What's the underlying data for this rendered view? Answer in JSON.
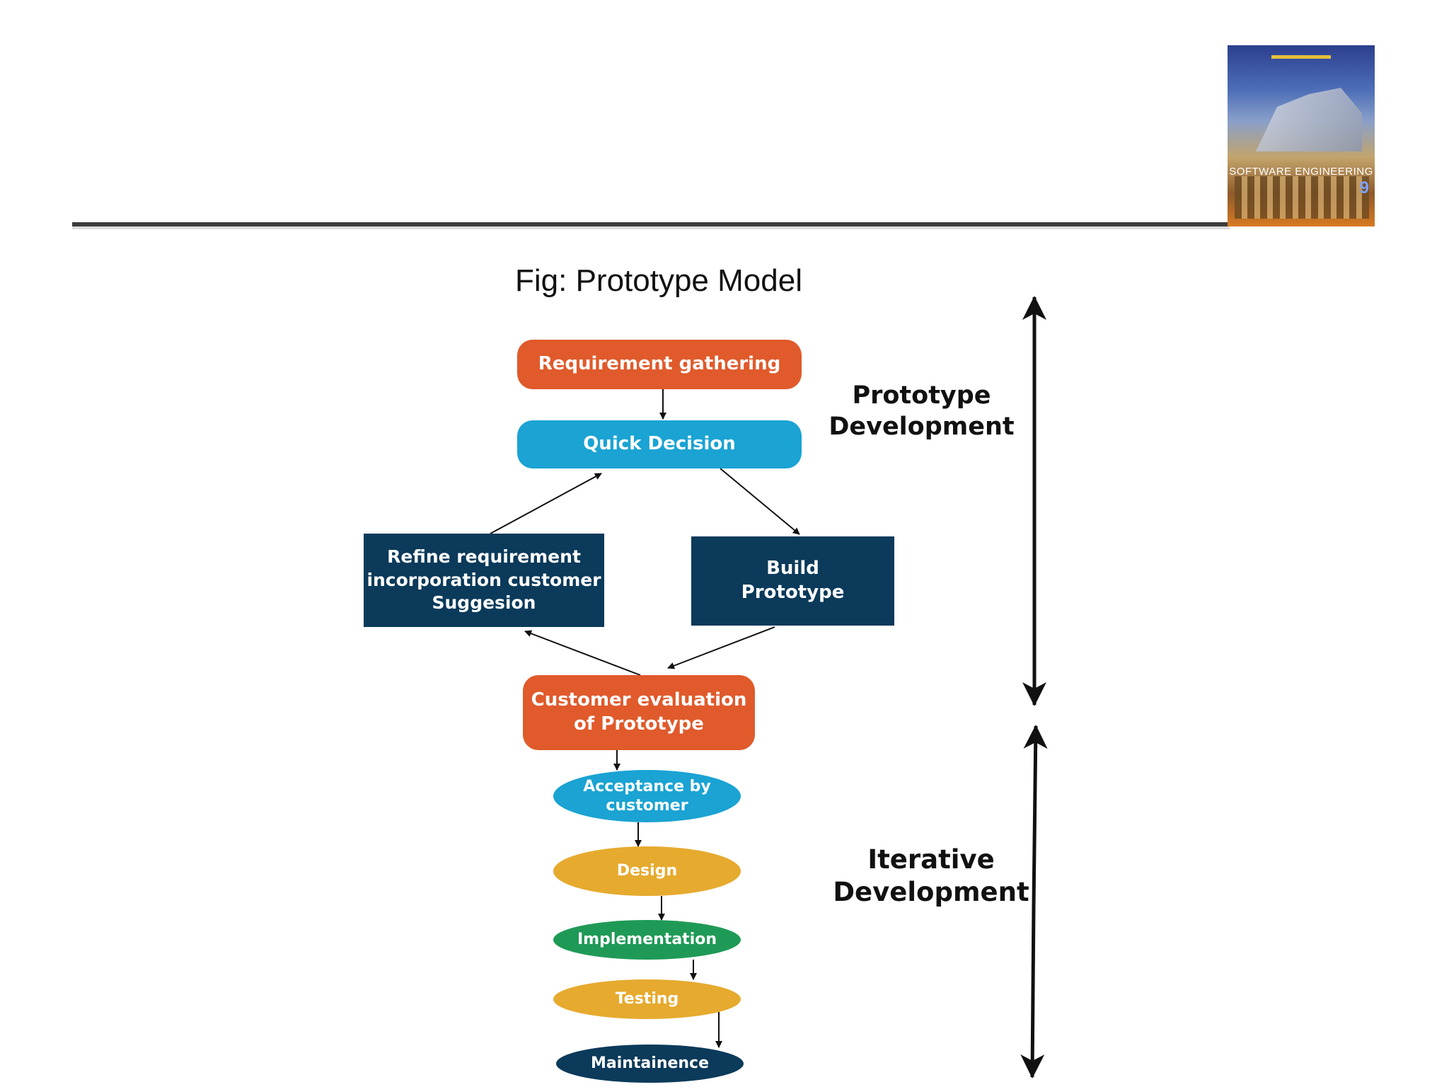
{
  "header": {
    "cover": {
      "title": "SOFTWARE ENGINEERING",
      "edition": "9"
    }
  },
  "figure": {
    "title": "Fig:  Prototype Model",
    "phases": {
      "prototype": "Prototype\nDevelopment",
      "iterative": "Iterative\nDevelopment"
    },
    "nodes": {
      "requirement_gathering": "Requirement gathering",
      "quick_decision": "Quick Decision",
      "refine_requirement": "Refine requirement\nincorporation customer\nSuggesion",
      "build_prototype": "Build\nPrototype",
      "customer_evaluation": "Customer evaluation\nof Prototype",
      "acceptance": "Acceptance by\ncustomer",
      "design": "Design",
      "implementation": "Implementation",
      "testing": "Testing",
      "maintainence": "Maintainence"
    },
    "colors": {
      "orange": "#e05a2b",
      "cyan": "#1aa3d3",
      "navy": "#0b3a5a",
      "gold": "#e6aa2e",
      "green": "#1f9a56"
    }
  }
}
